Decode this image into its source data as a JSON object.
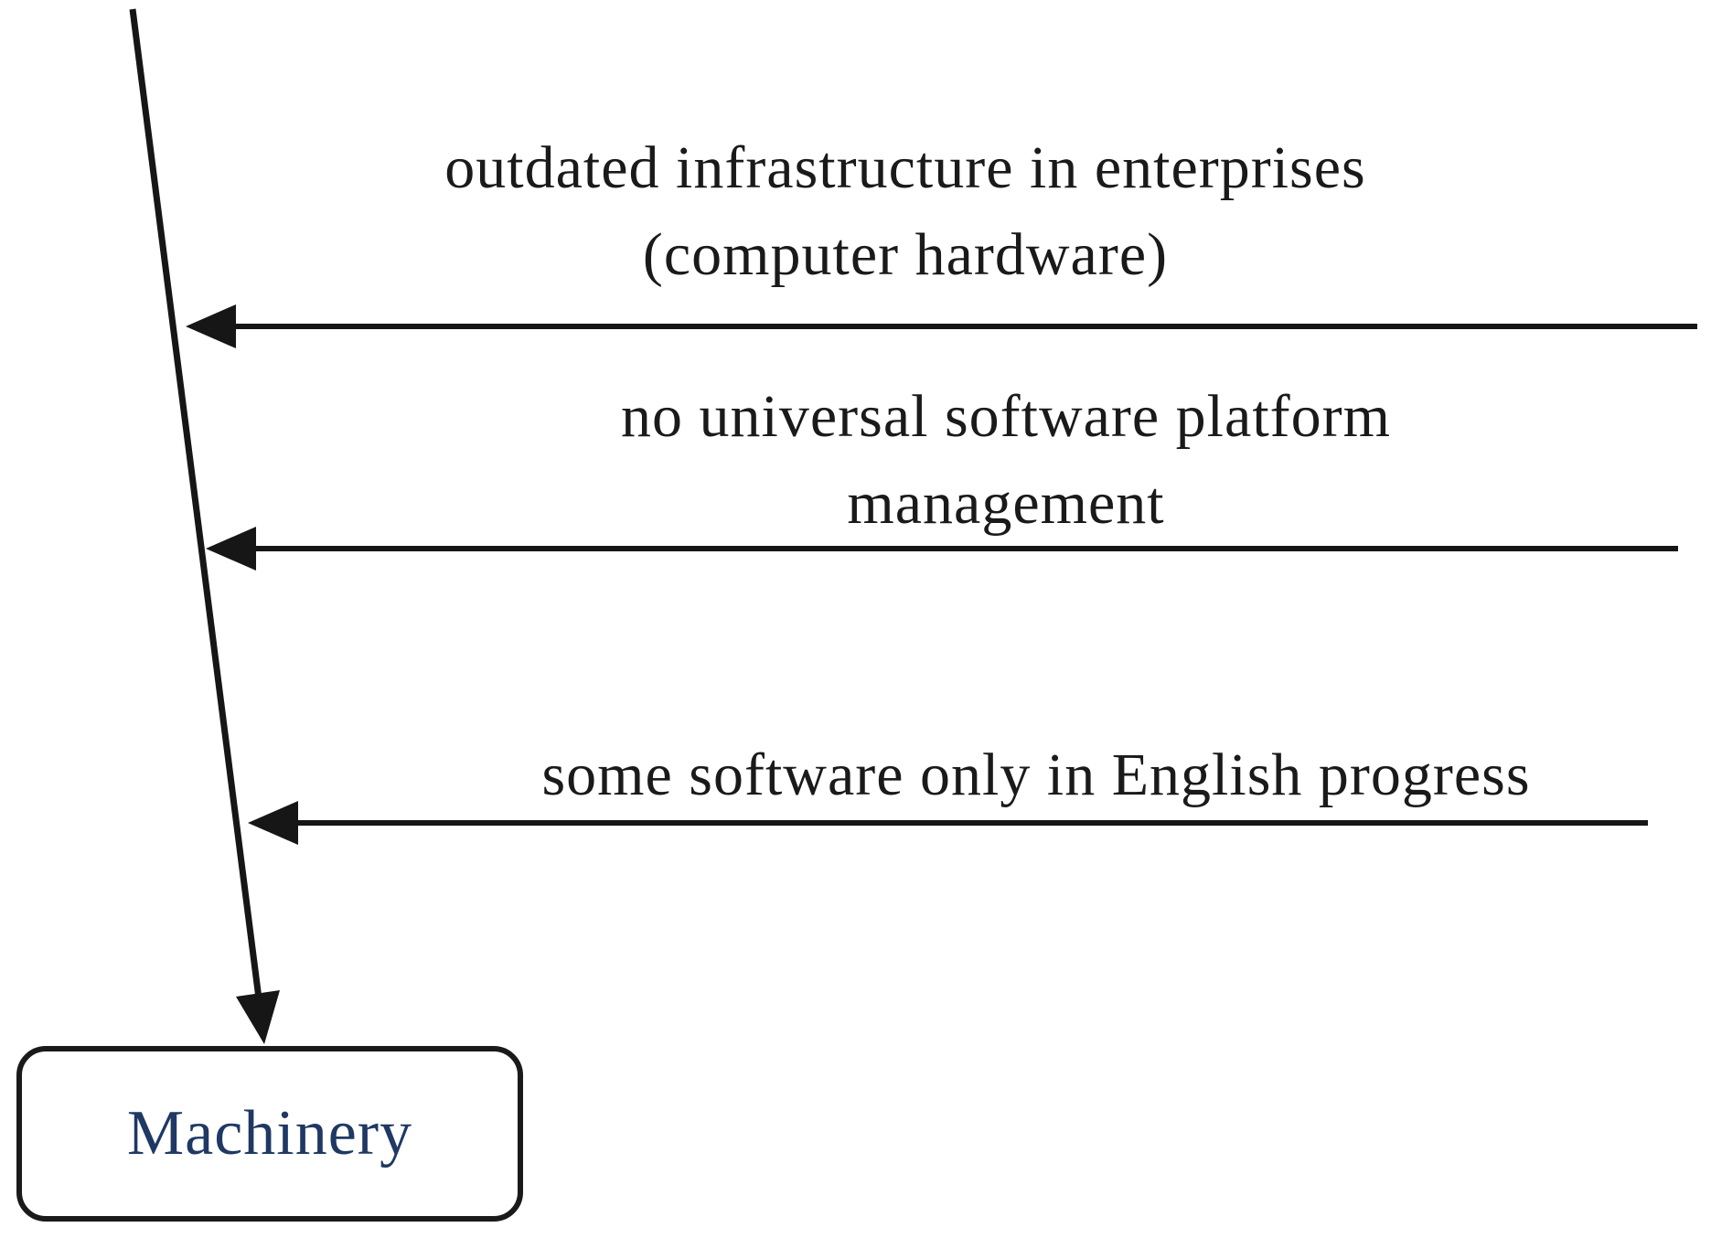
{
  "diagram": {
    "category": {
      "label": "Machinery",
      "label_color": "#1f3864"
    },
    "causes": [
      {
        "label": "outdated infrastructure in enterprises\n(computer hardware)"
      },
      {
        "label": "no universal software platform\nmanagement"
      },
      {
        "label": "some software only in English progress"
      }
    ],
    "colors": {
      "line": "#161616",
      "box_border": "#1a1a1a",
      "box_fill": "#ffffff",
      "background": "#ffffff"
    }
  }
}
